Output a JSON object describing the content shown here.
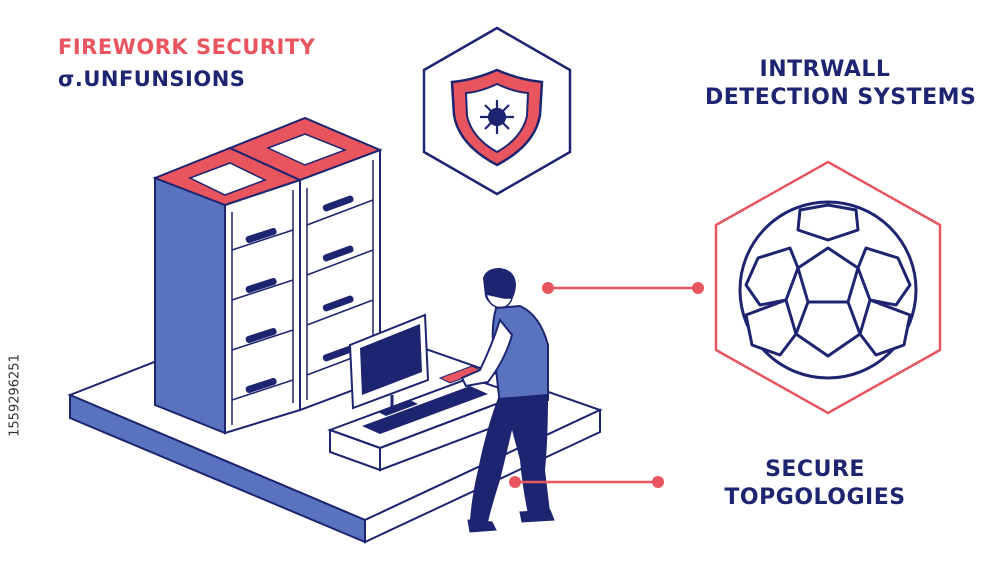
{
  "headline": {
    "line1": "FIREWORK SECURITY",
    "line2": "σ.UNFUNSIONS"
  },
  "intrusion_label": {
    "line1": "INTRWALL",
    "line2": "DETECTION SYSTEMS"
  },
  "secure_label": {
    "line1": "SECURE",
    "line2": "TOPGOLOGIES"
  },
  "stock_id": "1559296251",
  "colors": {
    "accent_red": "#e8555f",
    "navy": "#1d2470",
    "rack_blue": "#5a73bf",
    "floor_white": "#ffffff",
    "floor_side": "#5a73bf"
  },
  "icons": [
    "shield-virus-icon",
    "soccer-ball-icon",
    "server-rack",
    "computer-monitor",
    "keyboard",
    "engineer-figure"
  ]
}
